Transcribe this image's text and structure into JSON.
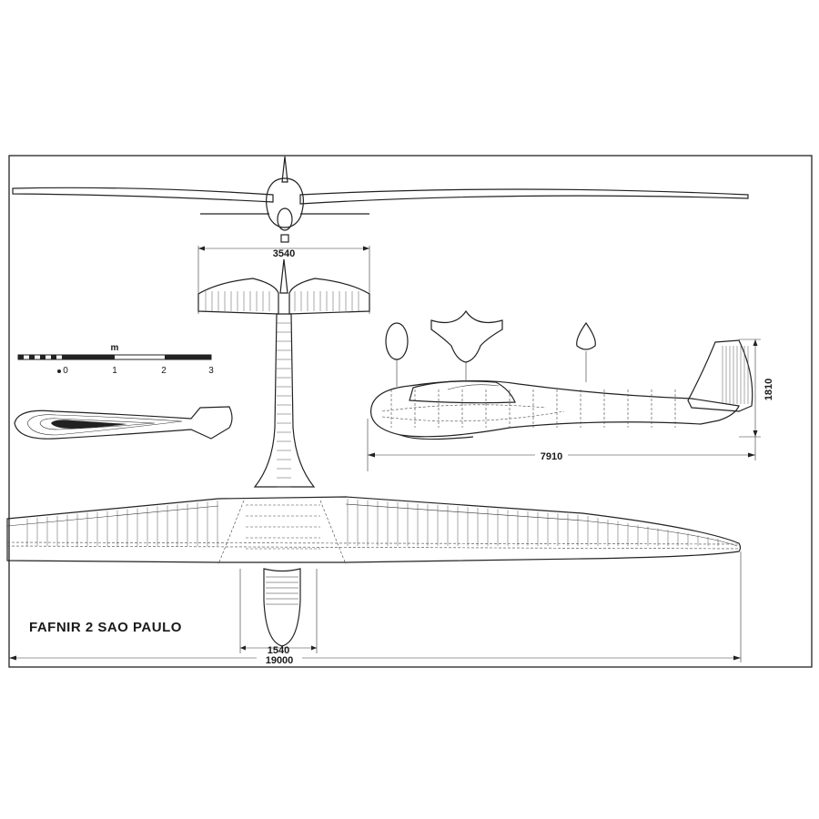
{
  "title": "FAFNIR 2 SAO PAULO",
  "scale": {
    "unit": "m",
    "ticks": [
      "0",
      "1",
      "2",
      "3"
    ]
  },
  "dimensions": {
    "tailplane_span": "3540",
    "length": "7910",
    "height": "1810",
    "fuselage_width": "1540",
    "wingspan": "19000"
  }
}
